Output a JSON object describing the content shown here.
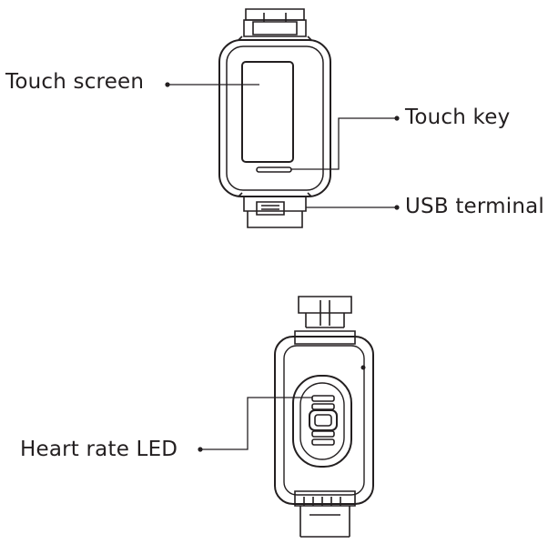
{
  "labels": {
    "touch_screen": "Touch screen",
    "touch_key": "Touch key",
    "usb_terminal": "USB terminal",
    "heart_rate_led": "Heart rate LED"
  },
  "colors": {
    "ink": "#231f20",
    "background": "#ffffff"
  }
}
